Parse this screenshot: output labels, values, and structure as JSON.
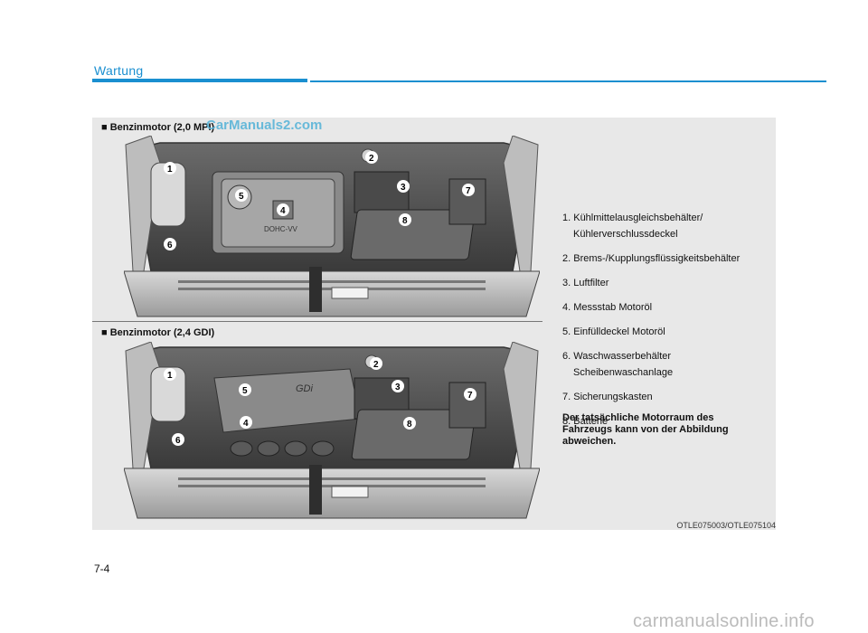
{
  "header": {
    "section": "Wartung"
  },
  "watermark_top": "CarManuals2.com",
  "engines": [
    {
      "heading": "■ Benzinmotor (2,0 MPI)",
      "cover_text": "DOHC-VV"
    },
    {
      "heading": "■ Benzinmotor (2,4 GDI)",
      "cover_text": "GDi"
    }
  ],
  "legend": [
    {
      "line1": "1. Kühlmittelausgleichsbehälter/",
      "line2": "Kühlerverschlussdeckel"
    },
    {
      "line1": "2. Brems-/Kupplungsflüssigkeitsbehälter"
    },
    {
      "line1": "3. Luftfilter"
    },
    {
      "line1": "4. Messstab Motoröl"
    },
    {
      "line1": "5. Einfülldeckel Motoröl"
    },
    {
      "line1": "6. Waschwasserbehälter",
      "line2": "Scheibenwaschanlage"
    },
    {
      "line1": "7. Sicherungskasten"
    },
    {
      "line1": "8. Batterie"
    }
  ],
  "note": "Der tatsächliche Motorraum des Fahrzeugs kann von der Abbildung abweichen.",
  "image_code": "OTLE075003/OTLE075104",
  "page_number": "7-4",
  "watermark_bottom": "carmanualsonline.info",
  "colors": {
    "accent": "#1a8fd0",
    "panel_bg": "#e8e8e8"
  }
}
